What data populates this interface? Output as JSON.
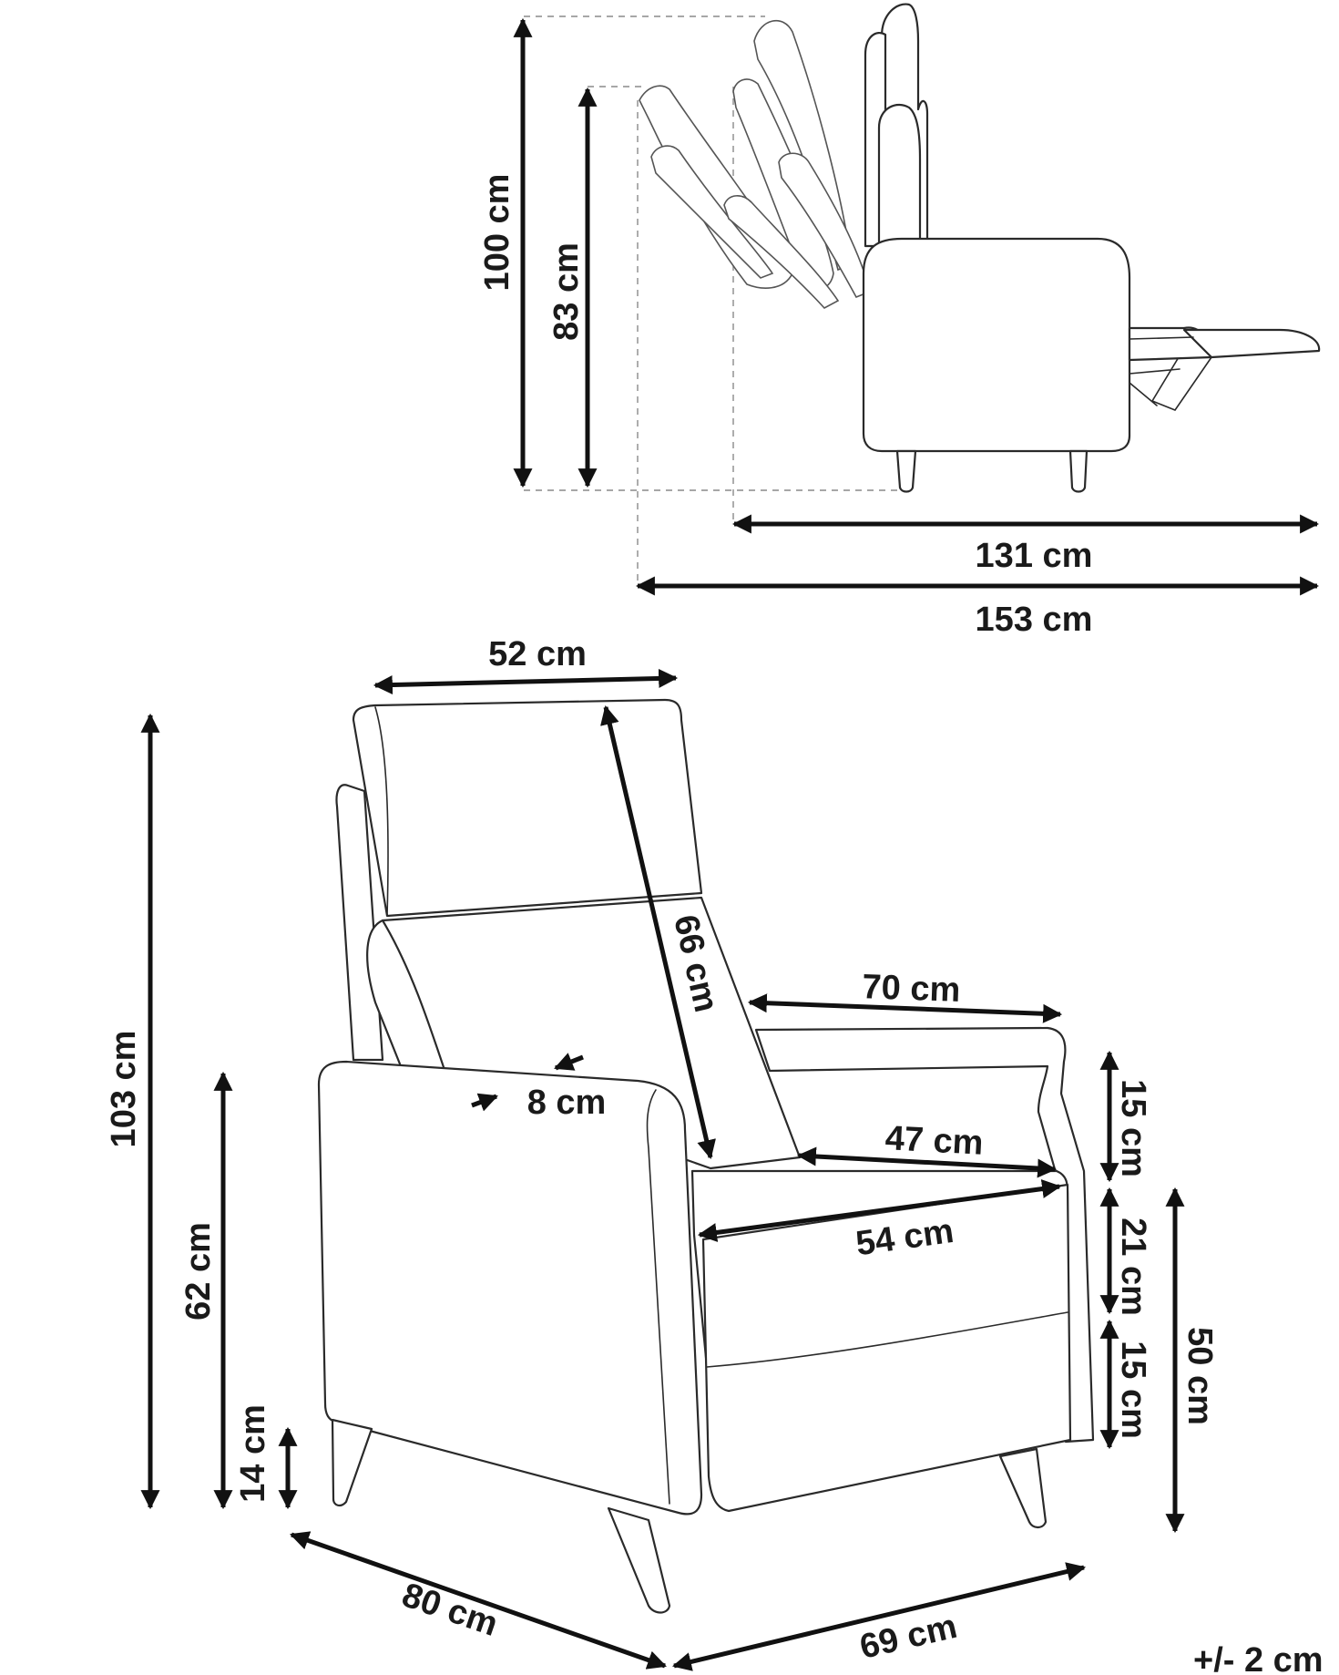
{
  "diagram": {
    "side_view": {
      "height_upright": "100 cm",
      "height_seat_back": "83 cm",
      "depth_upright": "131 cm",
      "depth_reclined": "153 cm"
    },
    "front_view": {
      "headrest_width": "52 cm",
      "back_height": "66 cm",
      "total_width": "70 cm",
      "armrest_width": "8 cm",
      "seat_depth": "47 cm",
      "seat_width": "54 cm",
      "total_height": "103 cm",
      "armrest_height": "62 cm",
      "leg_height": "14 cm",
      "arm_height_above_seat": "15 cm",
      "seat_cushion_height": "21 cm",
      "base_height": "15 cm",
      "seat_height": "50 cm",
      "base_width": "80 cm",
      "base_depth": "69 cm"
    },
    "tolerance": "+/- 2 cm"
  },
  "colors": {
    "line": "#2a2a2a",
    "dimension": "#111111",
    "guide": "#8a8a8a"
  }
}
